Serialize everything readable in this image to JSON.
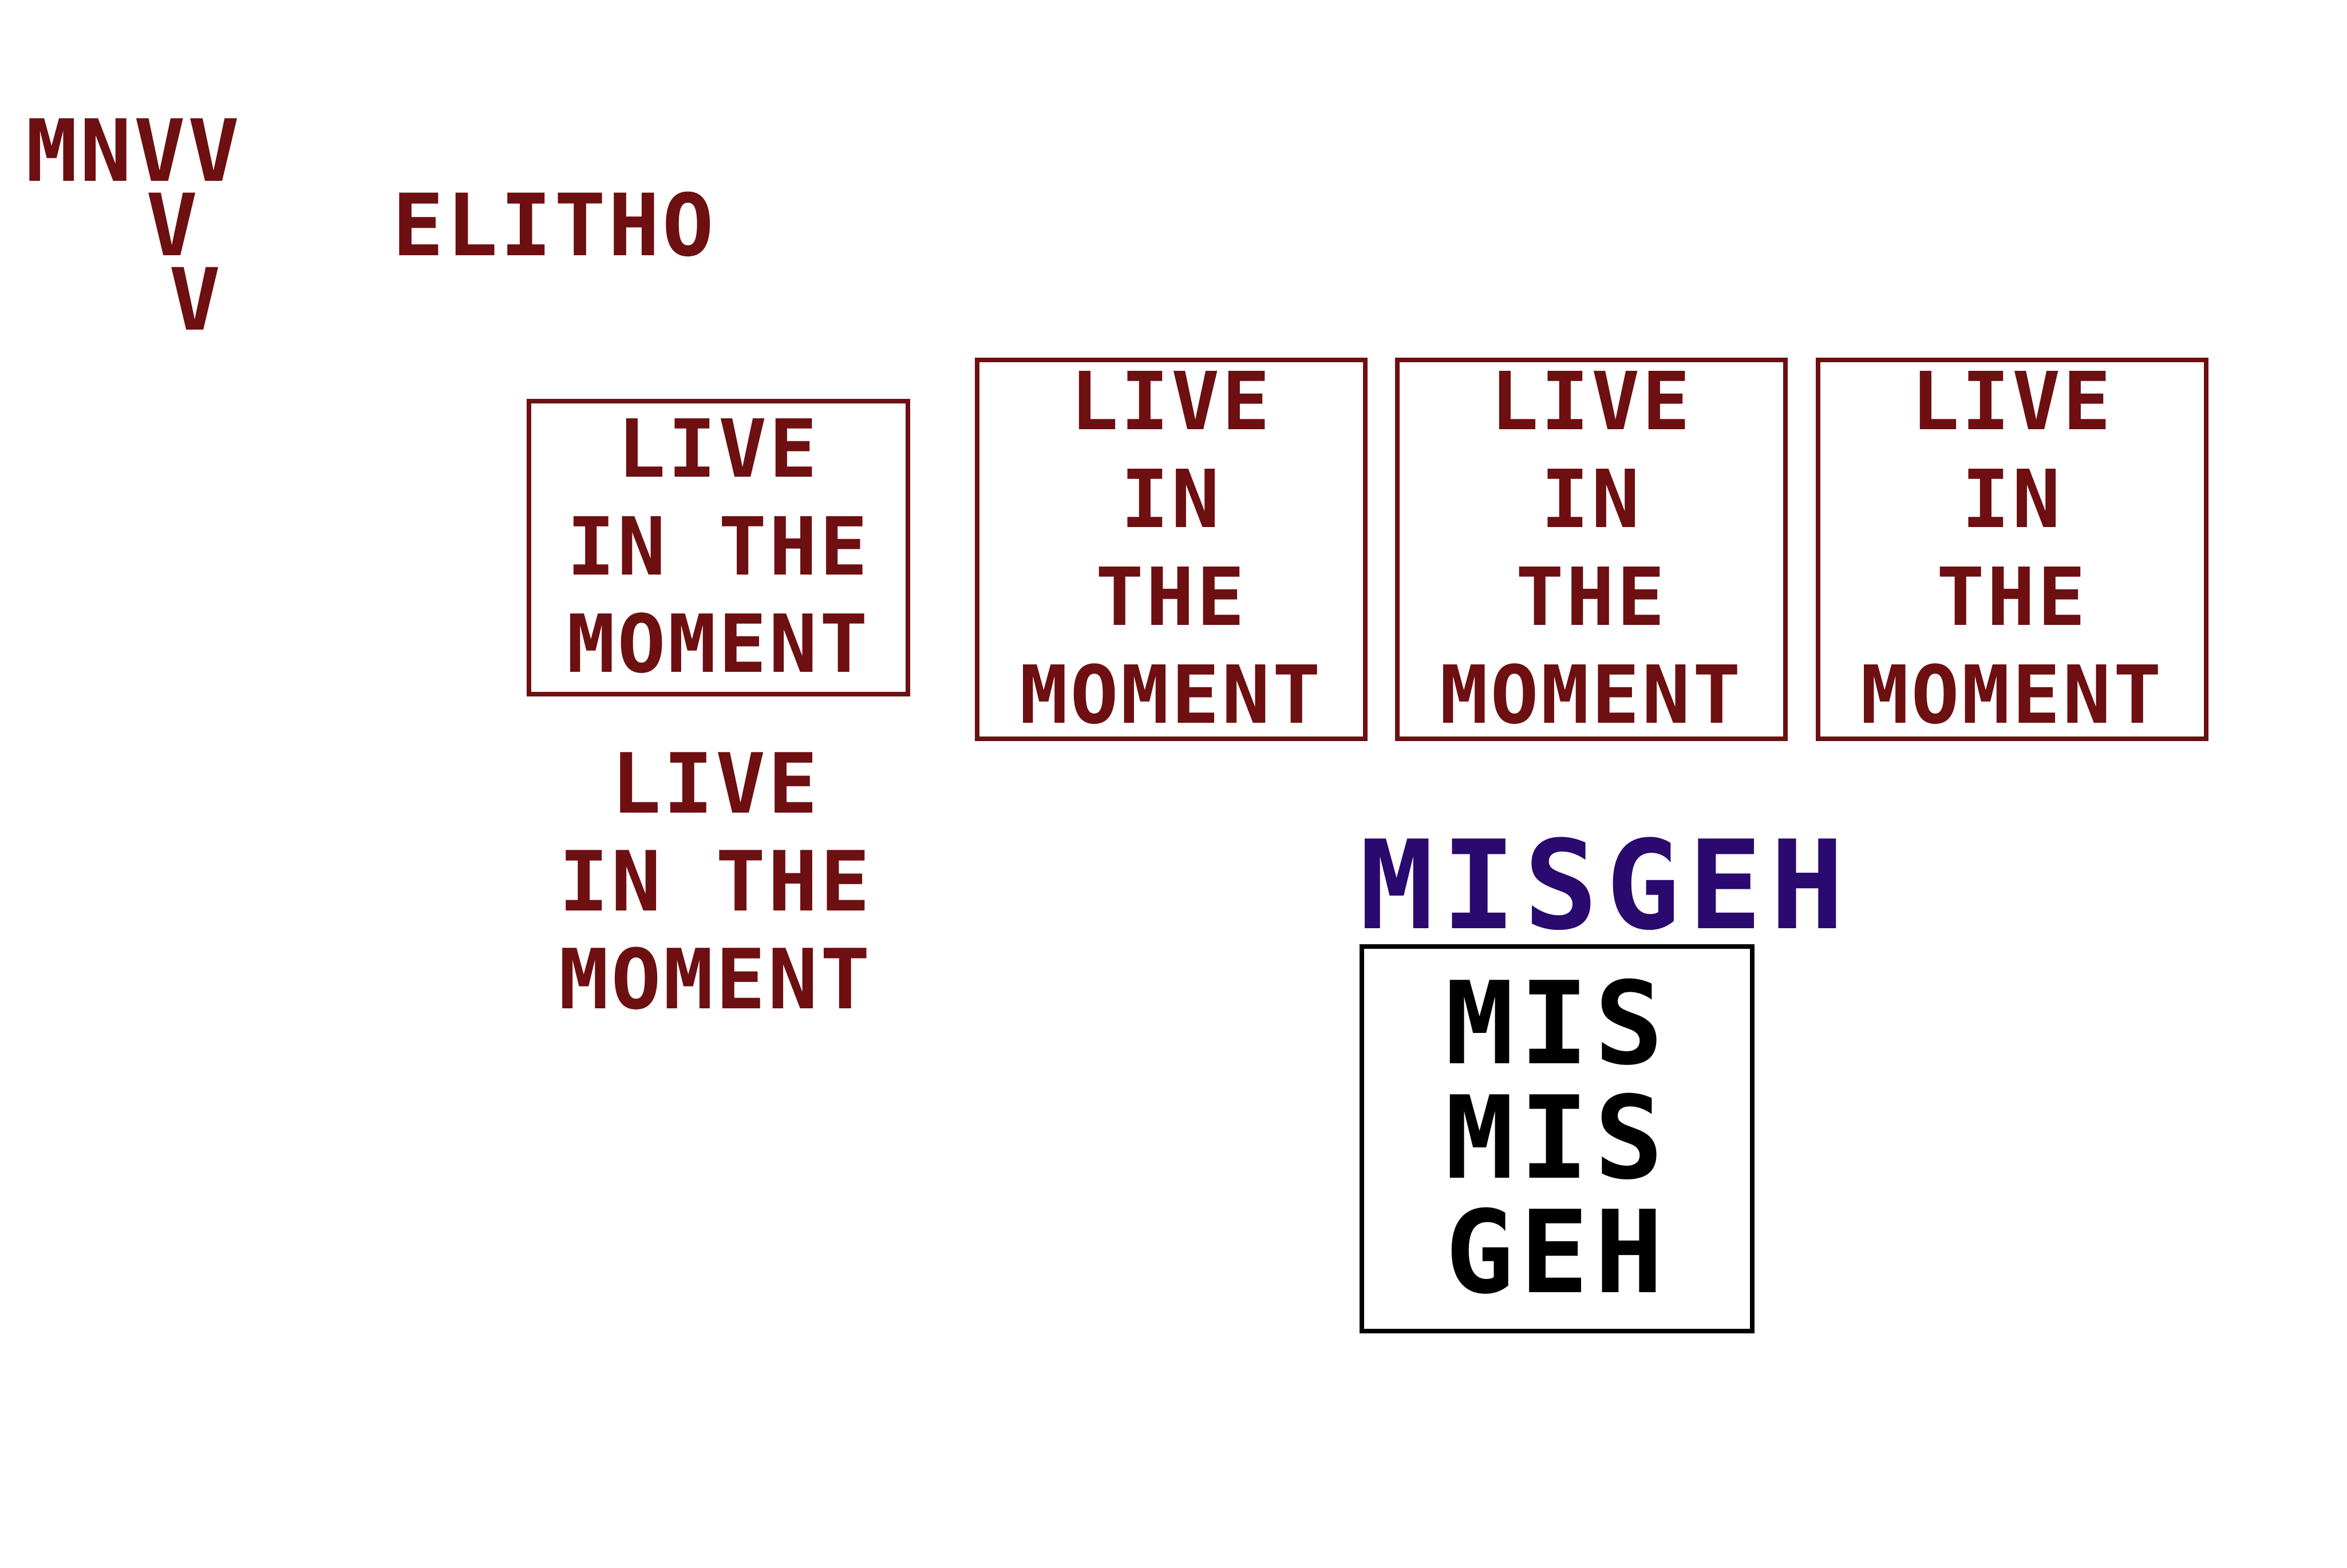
{
  "top_left": {
    "row1": "MNVV",
    "row2": "V",
    "row3": "V",
    "label": "ELITHO"
  },
  "box_small": {
    "lines": [
      "LIVE",
      "IN THE",
      "MOMENT"
    ]
  },
  "loose_text": {
    "lines": [
      "LIVE",
      "IN THE",
      "MOMENT"
    ]
  },
  "tall_boxes": [
    {
      "lines": [
        "LIVE",
        "IN",
        "THE",
        "MOMENT"
      ]
    },
    {
      "lines": [
        "LIVE",
        "IN",
        "THE",
        "MOMENT"
      ]
    },
    {
      "lines": [
        "LIVE",
        "IN",
        "THE",
        "MOMENT"
      ]
    }
  ],
  "heading": "MISGEH",
  "black_box": {
    "lines": [
      "MIS",
      "MIS",
      "GEH"
    ]
  },
  "colors": {
    "maroon": "#6e0f12",
    "purple": "#2a0a6e",
    "black": "#000000"
  }
}
